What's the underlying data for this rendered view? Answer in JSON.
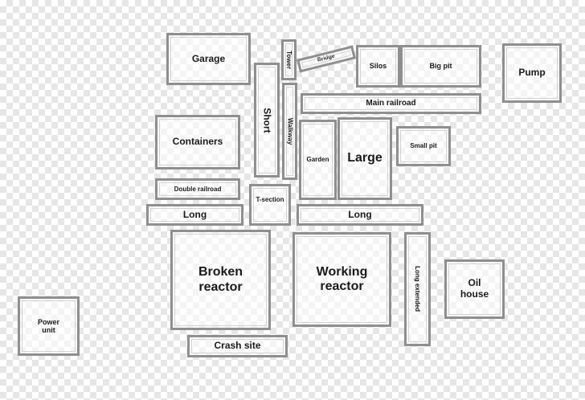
{
  "areas": {
    "garage": "Garage",
    "tower": "Tower",
    "bridge": "Bridge",
    "silos": "Silos",
    "big_pit": "Big pit",
    "pump": "Pump",
    "main_railroad": "Main railroad",
    "short": "Short",
    "walkway": "Walkway",
    "containers": "Containers",
    "garden": "Garden",
    "large": "Large",
    "small_pit": "Small pit",
    "double_railroad": "Double railroad",
    "t_section": "T-section",
    "long_left": "Long",
    "long_right": "Long",
    "broken_reactor": "Broken reactor",
    "working_reactor": "Working reactor",
    "long_extended": "Long extended",
    "oil_house": "Oil house",
    "power_unit": "Power unit",
    "crash_site": "Crash site"
  }
}
